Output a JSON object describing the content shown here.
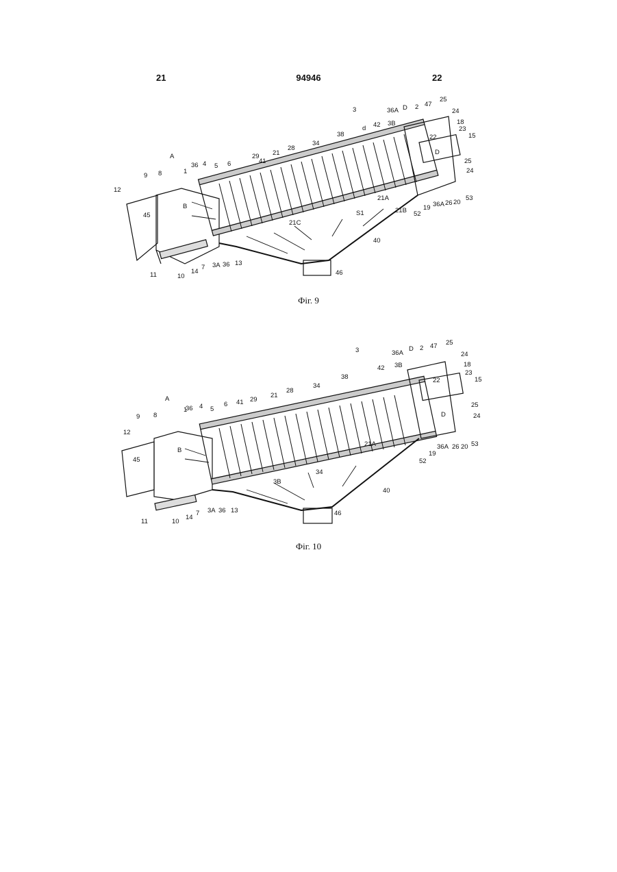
{
  "header": {
    "left_page": "21",
    "patent_no": "94946",
    "right_page": "22"
  },
  "figures": [
    {
      "caption": "Фіг. 9",
      "labels": [
        "3",
        "36A",
        "D",
        "2",
        "47",
        "25",
        "24",
        "18",
        "23",
        "15",
        "25",
        "24",
        "53",
        "20",
        "26",
        "36A",
        "19",
        "52",
        "21B",
        "S1",
        "21A",
        "21C",
        "40",
        "46",
        "38",
        "d",
        "42",
        "3B",
        "22",
        "D",
        "34",
        "28",
        "21",
        "41",
        "29",
        "6",
        "5",
        "36",
        "4",
        "A",
        "1",
        "8",
        "9",
        "12",
        "45",
        "B",
        "11",
        "10",
        "14",
        "7",
        "3A",
        "36",
        "13"
      ]
    },
    {
      "caption": "Фіг. 10",
      "labels": [
        "3",
        "36A",
        "D",
        "2",
        "47",
        "25",
        "24",
        "18",
        "23",
        "15",
        "25",
        "24",
        "53",
        "20",
        "26",
        "36A",
        "19",
        "52",
        "21A",
        "40",
        "46",
        "38",
        "42",
        "3B",
        "22",
        "D",
        "34",
        "28",
        "21",
        "29",
        "41",
        "6",
        "5",
        "36",
        "4",
        "A",
        "1",
        "8",
        "9",
        "12",
        "45",
        "B",
        "11",
        "10",
        "14",
        "7",
        "3A",
        "36",
        "13",
        "34",
        "3B"
      ]
    }
  ]
}
